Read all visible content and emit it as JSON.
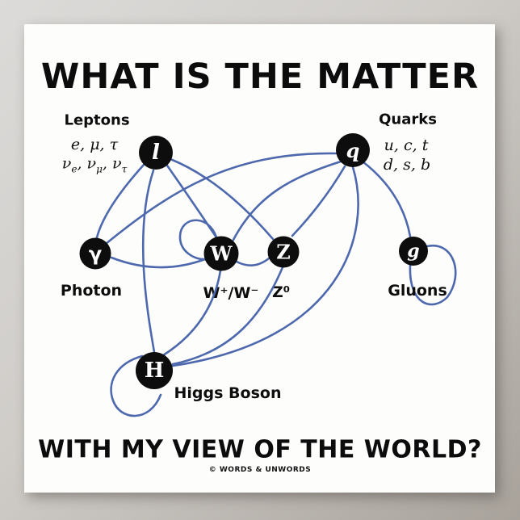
{
  "poster": {
    "title": "WHAT IS THE MATTER",
    "subtitle": "WITH MY VIEW OF THE WORLD?",
    "credit": "© WORDS & UNWORDS"
  },
  "legend": {
    "leptons": {
      "heading": "Leptons",
      "charged_row": "e, μ, τ",
      "nu": "ν",
      "nu_subs": [
        "e",
        "μ",
        "τ"
      ],
      "sep": ", "
    },
    "quarks": {
      "heading": "Quarks",
      "up_row": "u, c, t",
      "down_row": "d, s, b"
    }
  },
  "nodes": [
    {
      "id": "lepton",
      "glyph": "l",
      "caption": ""
    },
    {
      "id": "quark",
      "glyph": "q",
      "caption": ""
    },
    {
      "id": "photon",
      "glyph": "γ",
      "caption": "Photon"
    },
    {
      "id": "w-boson",
      "glyph": "W",
      "caption": "W⁺/W⁻"
    },
    {
      "id": "z-boson",
      "glyph": "Z",
      "caption": "Z⁰"
    },
    {
      "id": "gluon",
      "glyph": "g",
      "caption": "Gluons"
    },
    {
      "id": "higgs",
      "glyph": "H",
      "caption": "Higgs Boson"
    }
  ],
  "edges": [
    [
      "lepton",
      "photon"
    ],
    [
      "lepton",
      "w-boson"
    ],
    [
      "lepton",
      "z-boson"
    ],
    [
      "lepton",
      "higgs"
    ],
    [
      "quark",
      "photon"
    ],
    [
      "quark",
      "w-boson"
    ],
    [
      "quark",
      "z-boson"
    ],
    [
      "quark",
      "gluon"
    ],
    [
      "quark",
      "higgs"
    ],
    [
      "photon",
      "w-boson"
    ],
    [
      "w-boson",
      "z-boson"
    ],
    [
      "w-boson",
      "higgs"
    ],
    [
      "z-boson",
      "higgs"
    ],
    [
      "w-boson",
      "w-boson"
    ],
    [
      "gluon",
      "gluon"
    ],
    [
      "higgs",
      "higgs"
    ]
  ],
  "colors": {
    "edge": "#4d68ad",
    "node_fill": "#0d0d0d",
    "poster": "#fdfdfc",
    "background_top": "#dcdbd9",
    "background_bottom": "#a8a29b"
  }
}
